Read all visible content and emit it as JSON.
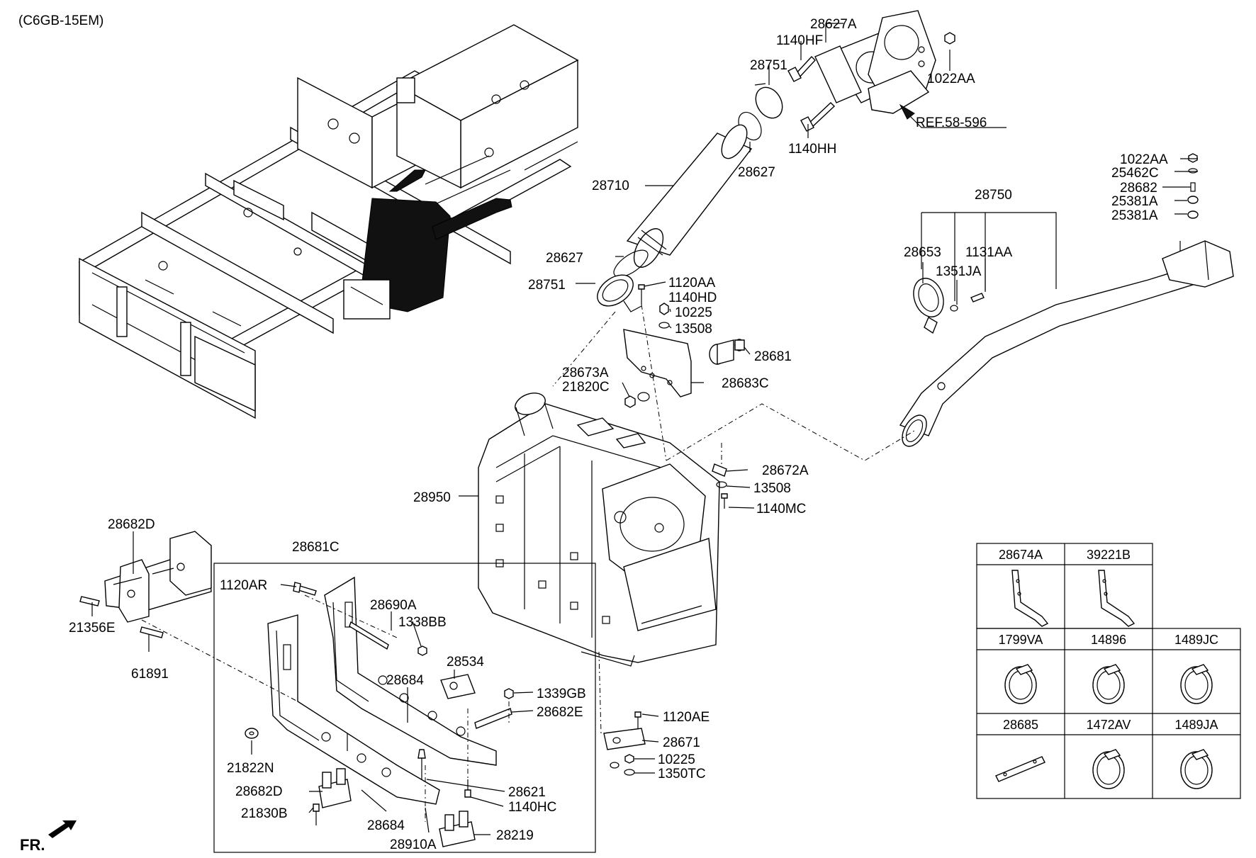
{
  "diagram": {
    "model_code": "(C6GB-15EM)",
    "front_indicator": "FR.",
    "ref": "REF.58-596",
    "callouts": {
      "c28627A": "28627A",
      "c1140HF": "1140HF",
      "c28751_top": "28751",
      "c1022AA_top": "1022AA",
      "c1140HH": "1140HH",
      "c28627_top": "28627",
      "c28710": "28710",
      "c28627_mid": "28627",
      "c28751_mid": "28751",
      "c1120AA": "1120AA",
      "c1140HD": "1140HD",
      "c10225_a": "10225",
      "c13508_a": "13508",
      "c28681": "28681",
      "c28673A": "28673A",
      "c21820C": "21820C",
      "c28683C": "28683C",
      "c28672A": "28672A",
      "c13508_b": "13508",
      "c1140MC": "1140MC",
      "c28950": "28950",
      "c1022AA_r": "1022AA",
      "c25462C": "25462C",
      "c28682": "28682",
      "c25381A_1": "25381A",
      "c25381A_2": "25381A",
      "c28750": "28750",
      "c28653": "28653",
      "c1131AA": "1131AA",
      "c1351JA": "1351JA",
      "c28682D_top": "28682D",
      "c21356E": "21356E",
      "c61891": "61891",
      "c28681C": "28681C",
      "c1120AR": "1120AR",
      "c28690A": "28690A",
      "c1338BB": "1338BB",
      "c28534": "28534",
      "c28684_a": "28684",
      "c1339GB": "1339GB",
      "c28682E": "28682E",
      "c21822N": "21822N",
      "c28682D_low": "28682D",
      "c21830B": "21830B",
      "c28684_b": "28684",
      "c28910A": "28910A",
      "c28621": "28621",
      "c1140HC": "1140HC",
      "c28219": "28219",
      "c1120AE": "1120AE",
      "c28671": "28671",
      "c10225_b": "10225",
      "c1350TC": "1350TC"
    },
    "parts_table": {
      "row1": [
        "28674A",
        "39221B"
      ],
      "row2": [
        "1799VA",
        "14896",
        "1489JC"
      ],
      "row3": [
        "28685",
        "1472AV",
        "1489JA"
      ]
    }
  }
}
